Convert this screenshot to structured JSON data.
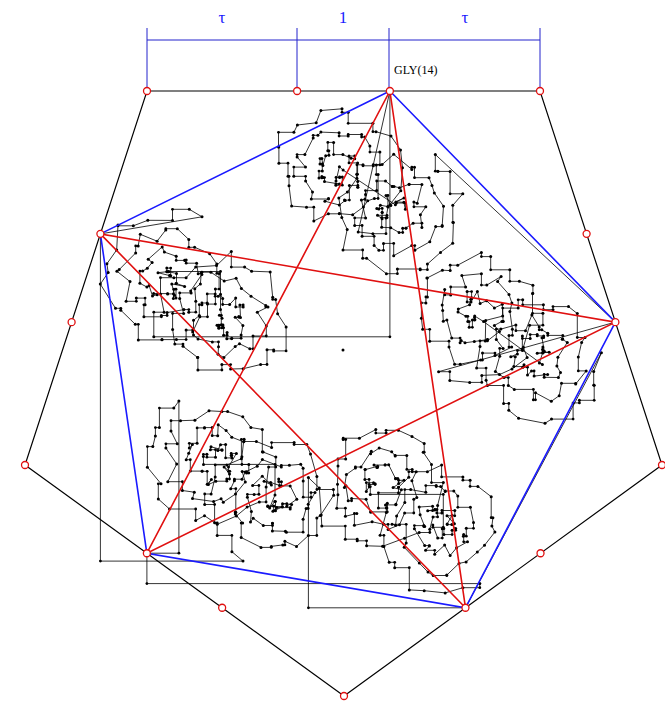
{
  "diagram": {
    "labels": [
      "τ",
      "1",
      "τ",
      "GLY(14)"
    ]
  }
}
